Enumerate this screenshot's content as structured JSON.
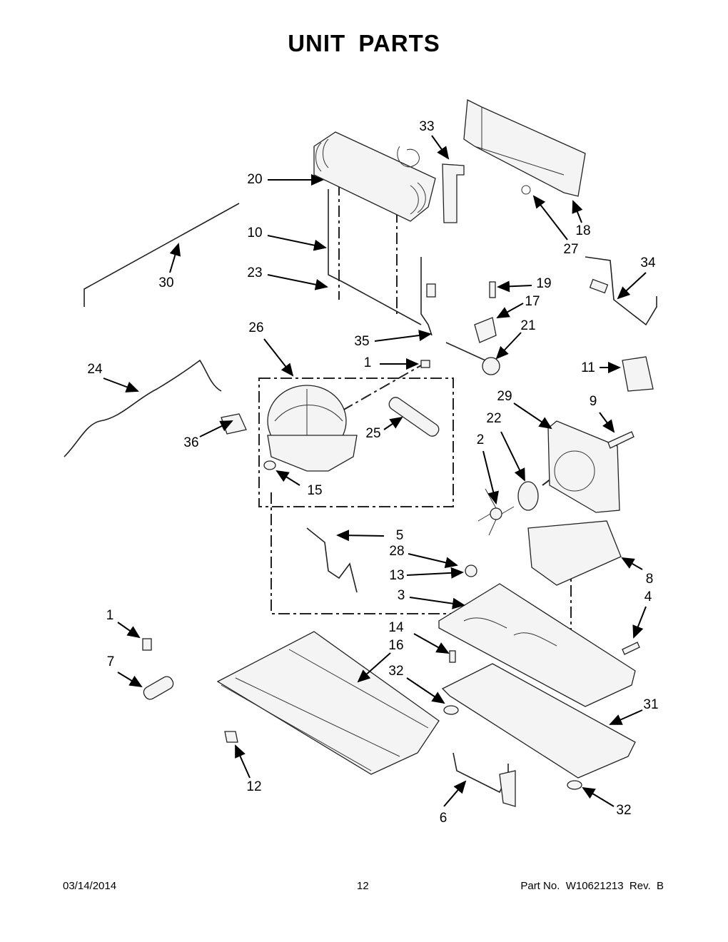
{
  "title": "UNIT  PARTS",
  "callouts": [
    {
      "id": "c20",
      "label": "20"
    },
    {
      "id": "c10",
      "label": "10"
    },
    {
      "id": "c23",
      "label": "23"
    },
    {
      "id": "c30",
      "label": "30"
    },
    {
      "id": "c33",
      "label": "33"
    },
    {
      "id": "c18",
      "label": "18"
    },
    {
      "id": "c27",
      "label": "27"
    },
    {
      "id": "c34",
      "label": "34"
    },
    {
      "id": "c19",
      "label": "19"
    },
    {
      "id": "c17",
      "label": "17"
    },
    {
      "id": "c21",
      "label": "21"
    },
    {
      "id": "c26",
      "label": "26"
    },
    {
      "id": "c35",
      "label": "35"
    },
    {
      "id": "c24",
      "label": "24"
    },
    {
      "id": "c1a",
      "label": "1"
    },
    {
      "id": "c11",
      "label": "11"
    },
    {
      "id": "c25",
      "label": "25"
    },
    {
      "id": "c36",
      "label": "36"
    },
    {
      "id": "c29",
      "label": "29"
    },
    {
      "id": "c9",
      "label": "9"
    },
    {
      "id": "c22",
      "label": "22"
    },
    {
      "id": "c2",
      "label": "2"
    },
    {
      "id": "c15",
      "label": "15"
    },
    {
      "id": "c5",
      "label": "5"
    },
    {
      "id": "c28",
      "label": "28"
    },
    {
      "id": "c13",
      "label": "13"
    },
    {
      "id": "c8",
      "label": "8"
    },
    {
      "id": "c3",
      "label": "3"
    },
    {
      "id": "c4",
      "label": "4"
    },
    {
      "id": "c1b",
      "label": "1"
    },
    {
      "id": "c14",
      "label": "14"
    },
    {
      "id": "c16",
      "label": "16"
    },
    {
      "id": "c7",
      "label": "7"
    },
    {
      "id": "c32a",
      "label": "32"
    },
    {
      "id": "c31",
      "label": "31"
    },
    {
      "id": "c12",
      "label": "12"
    },
    {
      "id": "c6",
      "label": "6"
    },
    {
      "id": "c32b",
      "label": "32"
    }
  ],
  "footer": {
    "date": "03/14/2014",
    "page": "12",
    "part": "Part No.  W10621213  Rev.  B"
  }
}
